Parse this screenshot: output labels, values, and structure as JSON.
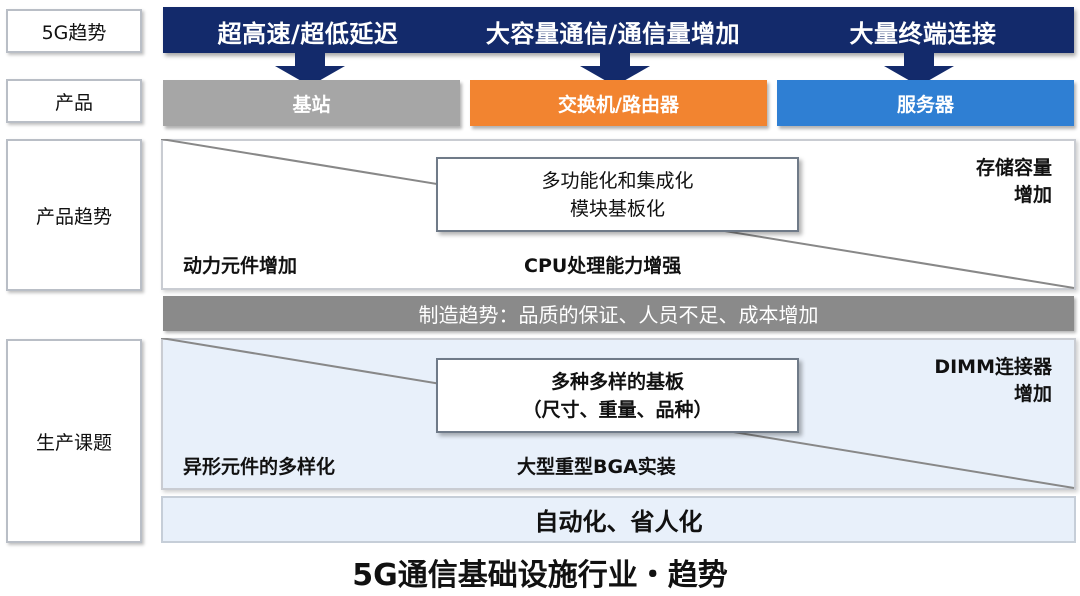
{
  "labels": {
    "trend_5g": "5G趋势",
    "products": "产品",
    "product_trend": "产品趋势",
    "production_issues": "生产课题"
  },
  "top_bar": {
    "items": [
      "超高速/超低延迟",
      "大容量通信/通信量增加",
      "大量终端连接"
    ],
    "color": "#132a6b"
  },
  "products": {
    "items": [
      {
        "label": "基站",
        "color": "#a6a6a6"
      },
      {
        "label": "交换机/路由器",
        "color": "#f28430"
      },
      {
        "label": "服务器",
        "color": "#2f7fd3"
      }
    ]
  },
  "product_trend_panel": {
    "box_lines": [
      "多功能化和集成化",
      "模块基板化"
    ],
    "left": "动力元件增加",
    "center": "CPU处理能力增强",
    "right_lines": [
      "存储容量",
      "增加"
    ]
  },
  "manufacturing_bar": "制造趋势：品质的保证、人员不足、成本增加",
  "production_panel": {
    "box_lines": [
      "多种多样的基板",
      "（尺寸、重量、品种）"
    ],
    "left": "异形元件的多样化",
    "center": "大型重型BGA实装",
    "right_lines": [
      "DIMM连接器",
      "增加"
    ],
    "fill_color": "#e8f0fa"
  },
  "automation_bar": "自动化、省人化",
  "caption": "5G通信基础设施行业・趋势"
}
